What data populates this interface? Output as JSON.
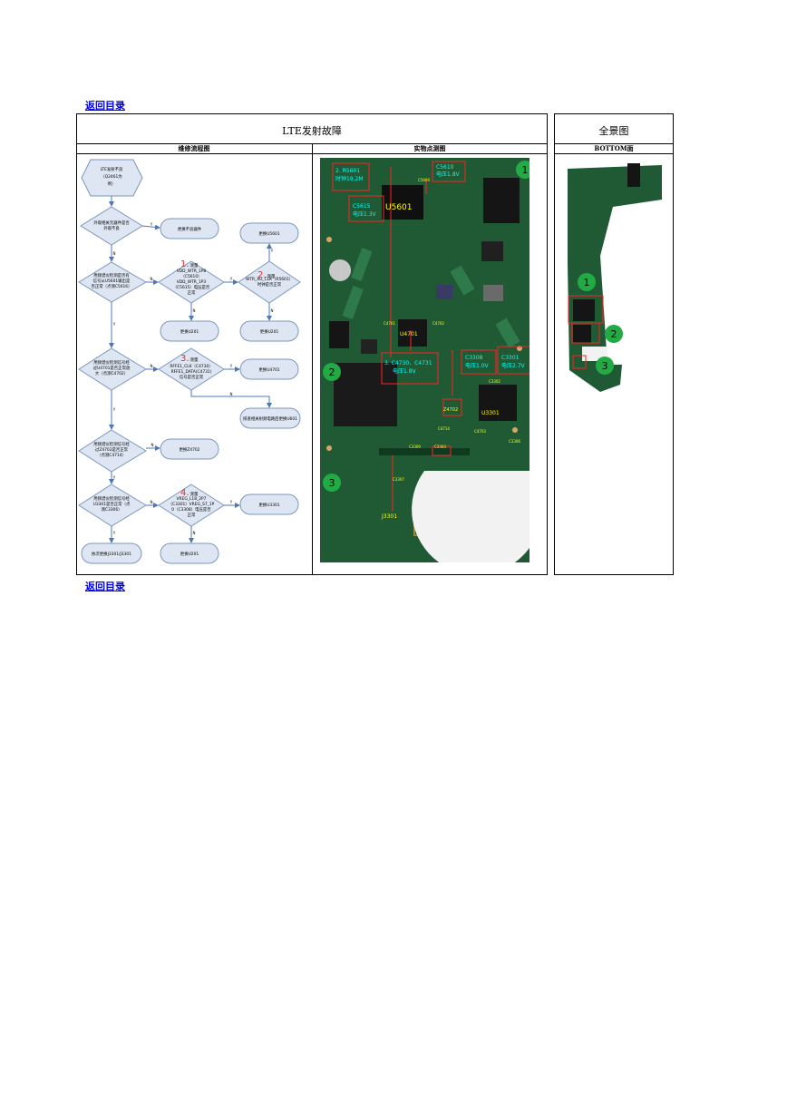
{
  "nav": {
    "back_top": "返回目录",
    "back_bottom": "返回目录"
  },
  "left_table": {
    "title": "LTE发射故障",
    "col1": "维修流程图",
    "col2": "实物点测图"
  },
  "right_table": {
    "title": "全景图",
    "col": "BOTTOM面"
  },
  "flow": {
    "start": [
      "LTE发射不良",
      "（Q2461为",
      "例）"
    ],
    "d1": [
      "外观相关元器件是否",
      "外观不良"
    ],
    "r1": "更换不良器件",
    "d2": [
      "用频谱仪检测是否有",
      "信号从U5601输出是",
      "否正常（点测C5616）"
    ],
    "s1": [
      "1.",
      "测量"
    ],
    "d3": [
      "VDD_WTR_1P8",
      "（C5610）",
      "VDD_WTR_1P3",
      "（C5615）电压是否",
      "正常"
    ],
    "s2": [
      "2.",
      "测量"
    ],
    "d4": [
      "WTR_XO_CLK（R5601）",
      "时钟是否正常"
    ],
    "r2": "更换U5601",
    "r3": "更换U201",
    "r4": "更换U201",
    "d5": [
      "用频谱仪检测信号经",
      "过U4701是否正常放",
      "大（点测C4702）"
    ],
    "s3": [
      "3.",
      "测量"
    ],
    "d6": [
      "RFFE1_CLK（C4730）",
      "RFFE1_DATA(C4731)",
      "信号是否正常"
    ],
    "r5": "更换U4701",
    "r6": "排查相关射频电路后更换U601",
    "d7": [
      "用频谱仪检测信号经",
      "过Z4702是否正常",
      "（点测C4714）"
    ],
    "r7": "更换Z4702",
    "d8": [
      "用频谱仪检测信号经",
      "U3301是否正常（点",
      "测C3306）"
    ],
    "s4": [
      "4.",
      "测量"
    ],
    "d9": [
      "VREG_L18_2P7",
      "（C3301）VREG_S7_1P",
      "0（C3308）电压是否",
      "正常"
    ],
    "r8": "更换U3301",
    "r9": "依次更换J3301/J3301",
    "r10": "更换U201",
    "y": "Y",
    "n": "N"
  },
  "board_labels": {
    "r5601": [
      "2. R5601",
      "时钟19.2M"
    ],
    "c5610": [
      "C5610",
      "电压1.8V"
    ],
    "c5615": [
      "C5615",
      "电压1.3V"
    ],
    "u5601": "U5601",
    "c5609": "C5609",
    "u4701": "U4701",
    "c4730": [
      "3. C4730、C4731",
      "电压1.8V"
    ],
    "c3308": [
      "C3308",
      "电压1.0V"
    ],
    "c3301": [
      "C3301",
      "电压2.7V"
    ],
    "z4702": "Z4702",
    "u3301": "U3301",
    "c3306": "C3306",
    "j3301": "J3301",
    "c4714": "C4714",
    "c4702": "C4702",
    "c4701": "C4701",
    "c3307": "C3307",
    "c4703": "C4703",
    "c3302": "C3302",
    "c3303": "C3303",
    "c3309": "C3309"
  },
  "markers": [
    "1",
    "2",
    "3"
  ],
  "colors": {
    "pcb": "#1f5a35",
    "marker": "#22aa44",
    "flow_fill": "#dde6f2",
    "flow_stroke": "#7d97bd",
    "arrow": "#4e78b5",
    "red": "#ff2222",
    "cyan": "#00ffff",
    "yellow": "#ffff00"
  }
}
